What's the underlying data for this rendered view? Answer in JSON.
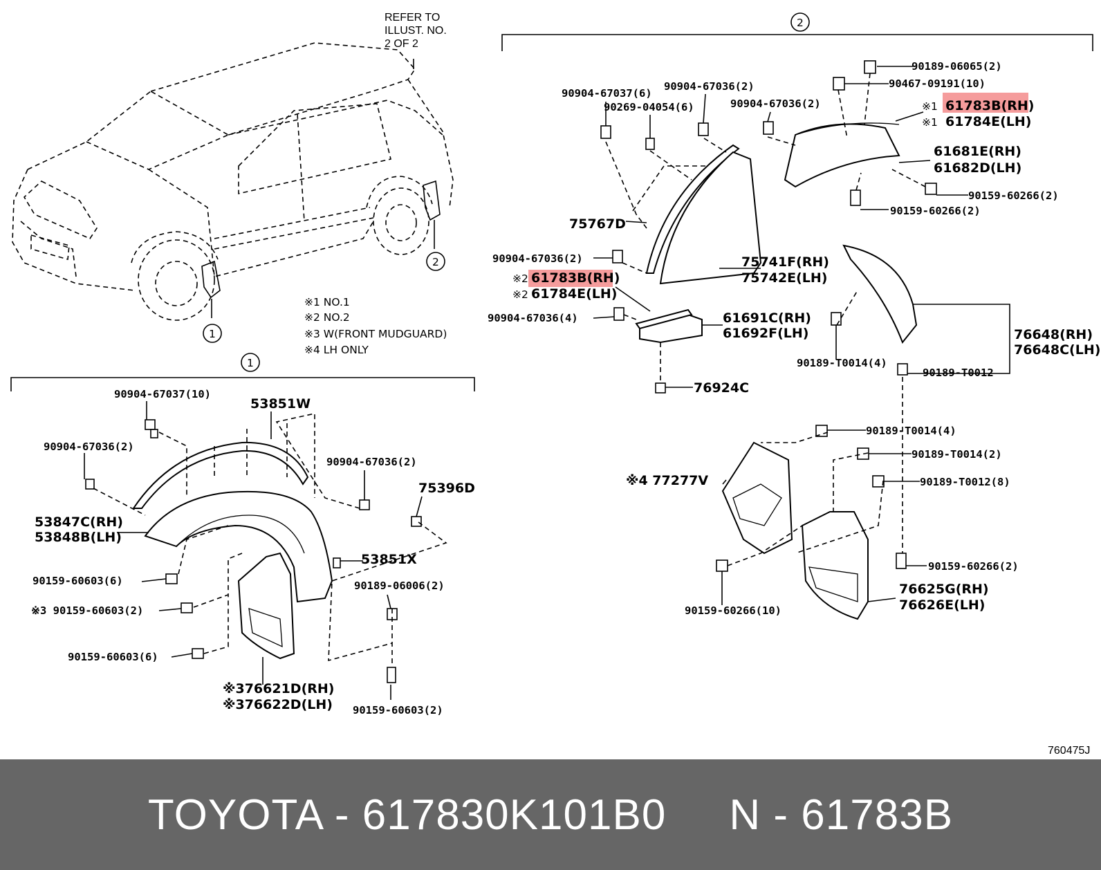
{
  "refer": [
    "REFER TO",
    "ILLUST. NO.",
    "2 OF 2"
  ],
  "notes": [
    "※1 NO.1",
    "※2 NO.2",
    "※3 W(FRONT MUDGUARD)",
    "※4 LH ONLY"
  ],
  "figure_id": "760475J",
  "callouts": {
    "c1": "1",
    "c2": "2"
  },
  "highlight_color": "#f27b7b",
  "footer": {
    "brand": "TOYOTA",
    "part_number": "617830K101B0",
    "separator": " - ",
    "pnc_prefix": "N",
    "pnc": "61783B",
    "text": "TOYOTA - 617830K101B0     N - 61783B"
  },
  "section1_labels": {
    "l1": "90904-67037(10)",
    "l2": "53851W",
    "l3": "90904-67036(2)",
    "l4": "90904-67036(2)",
    "l5": "75396D",
    "l6": "53847C(RH)",
    "l7": "53848B(LH)",
    "l8": "53851X",
    "l9": "90159-60603(6)",
    "l10": "90189-06006(2)",
    "l11": "※3 90159-60603(2)",
    "l12": "90159-60603(6)",
    "l13": "※376621D(RH)",
    "l14": "※376622D(LH)",
    "l15": "90159-60603(2)"
  },
  "section2_labels": {
    "a1": "90189-06065(2)",
    "a2": "90467-09191(10)",
    "a3": "90904-67037(6)",
    "a4": "90904-67036(2)",
    "a5": "90269-04054(6)",
    "a6": "90904-67036(2)",
    "a7p": "※1",
    "a7": "61783B(RH)",
    "a8p": "※1",
    "a8": "61784E(LH)",
    "a9": "61681E(RH)",
    "a10": "61682D(LH)",
    "a11": "90159-60266(2)",
    "a12": "90159-60266(2)",
    "a13": "75767D",
    "a14": "90904-67036(2)",
    "a15p": "※2",
    "a15": "61783B(RH)",
    "a16p": "※2",
    "a16": "61784E(LH)",
    "a17": "75741F(RH)",
    "a18": "75742E(LH)",
    "a19": "90904-67036(4)",
    "a20": "61691C(RH)",
    "a21": "61692F(LH)",
    "a22": "76924C",
    "a23": "76648(RH)",
    "a24": "76648C(LH)",
    "a25": "90189-T0014(4)",
    "a26": "90189-T0012",
    "a27": "90189-T0014(4)",
    "a28": "90189-T0014(2)",
    "a29": "※4 77277V",
    "a30": "90189-T0012(8)",
    "a31": "90159-60266(2)",
    "a32": "90159-60266(10)",
    "a33": "76625G(RH)",
    "a34": "76626E(LH)"
  }
}
